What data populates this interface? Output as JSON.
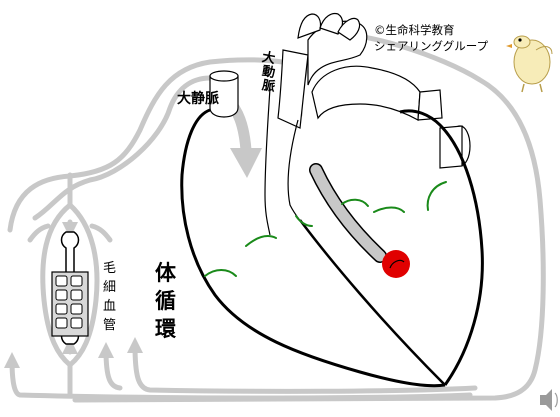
{
  "copyright": {
    "line1": "©生命科学教育",
    "line2": "シェアリンググループ"
  },
  "labels": {
    "inferior_vena_cava": "大静脈",
    "aorta": [
      "大",
      "動",
      "脈"
    ],
    "capillary": [
      "毛",
      "細",
      "血",
      "管"
    ],
    "systemic_circulation": [
      "体",
      "循",
      "環"
    ]
  },
  "colors": {
    "flow_arrows": "#c8c8c8",
    "outline": "#000000",
    "coronary_vessels": "#1a8a1a",
    "sinoatrial_node": "#e00000",
    "tissue_cells": "#bfbfbf"
  }
}
